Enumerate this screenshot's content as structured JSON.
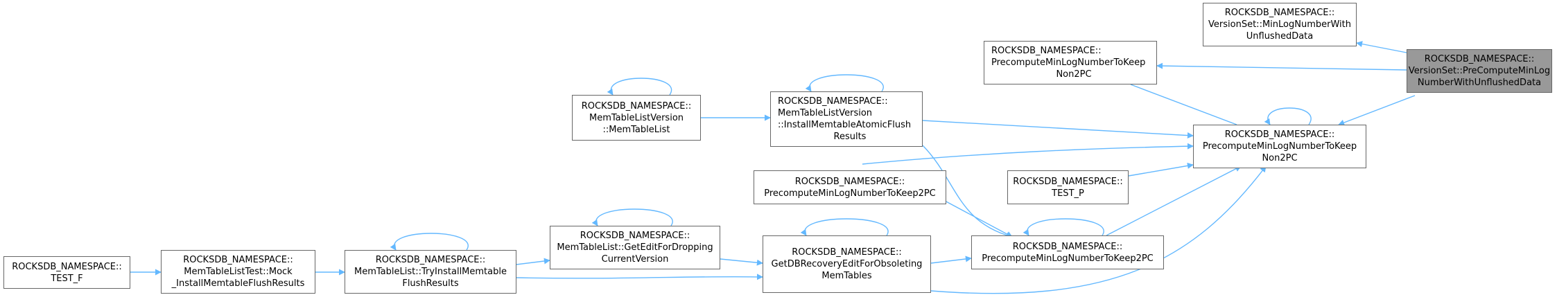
{
  "graph": {
    "edge_color": "#63b8ff",
    "node_border_color": "#666666",
    "highlight_fill": "#999999",
    "nodes": [
      {
        "id": "n_target",
        "lines": [
          "ROCKSDB_NAMESPACE::",
          "VersionSet::PreComputeMinLog",
          "NumberWithUnflushedData"
        ],
        "highlighted": true
      },
      {
        "id": "n_minlog",
        "lines": [
          "ROCKSDB_NAMESPACE::",
          "VersionSet::MinLogNumberWith",
          "UnflushedData"
        ]
      },
      {
        "id": "n_pc_non2pc_top",
        "lines": [
          "ROCKSDB_NAMESPACE::",
          "PrecomputeMinLogNumberToKeep",
          "Non2PC"
        ]
      },
      {
        "id": "n_pc_non2pc_main",
        "lines": [
          "ROCKSDB_NAMESPACE::",
          "PrecomputeMinLogNumberToKeep",
          "Non2PC"
        ]
      },
      {
        "id": "n_install_atomic",
        "lines": [
          "ROCKSDB_NAMESPACE::",
          "MemTableListVersion",
          "::InstallMemtableAtomicFlush",
          "Results"
        ]
      },
      {
        "id": "n_mtlv_ctor",
        "lines": [
          "ROCKSDB_NAMESPACE::",
          "MemTableListVersion",
          "::MemTableList"
        ]
      },
      {
        "id": "n_pc_2pc_left",
        "lines": [
          "ROCKSDB_NAMESPACE::",
          "PrecomputeMinLogNumberToKeep2PC"
        ]
      },
      {
        "id": "n_test_p",
        "lines": [
          "ROCKSDB_NAMESPACE::",
          "TEST_P"
        ]
      },
      {
        "id": "n_pc_2pc_main",
        "lines": [
          "ROCKSDB_NAMESPACE::",
          "PrecomputeMinLogNumberToKeep2PC"
        ]
      },
      {
        "id": "n_getdbrecovery",
        "lines": [
          "ROCKSDB_NAMESPACE::",
          "GetDBRecoveryEditForObsoleting",
          "MemTables"
        ]
      },
      {
        "id": "n_geteditdrop",
        "lines": [
          "ROCKSDB_NAMESPACE::",
          "MemTableList::GetEditForDropping",
          "CurrentVersion"
        ]
      },
      {
        "id": "n_tryinstall",
        "lines": [
          "ROCKSDB_NAMESPACE::",
          "MemTableList::TryInstallMemtable",
          "FlushResults"
        ]
      },
      {
        "id": "n_mock",
        "lines": [
          "ROCKSDB_NAMESPACE::",
          "MemTableListTest::Mock",
          "_InstallMemtableFlushResults"
        ]
      },
      {
        "id": "n_test_f",
        "lines": [
          "ROCKSDB_NAMESPACE::",
          "TEST_F"
        ]
      }
    ]
  }
}
